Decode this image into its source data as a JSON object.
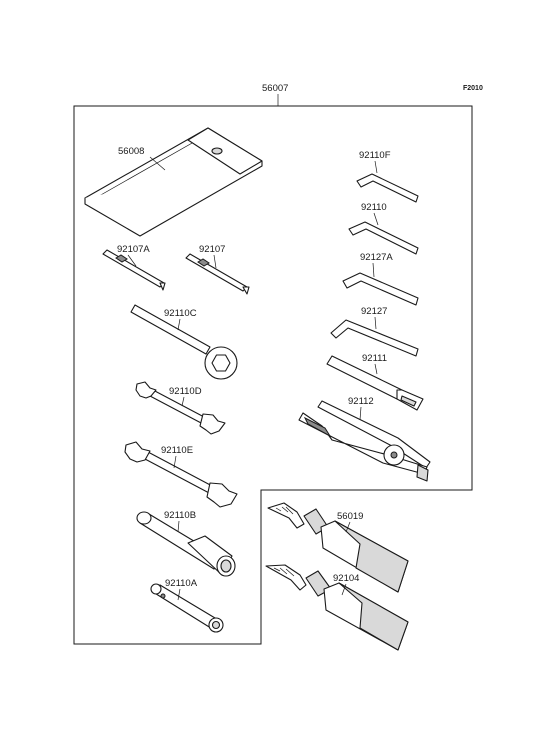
{
  "figure_code": "F2010",
  "parts": {
    "kit": "56007",
    "tool_bag": "56008",
    "screwdriver_a": "92107A",
    "screwdriver": "92107",
    "box_wrench_c": "92110C",
    "wrench_d": "92110D",
    "wrench_e": "92110E",
    "socket_b": "92110B",
    "socket_a": "92110A",
    "hex_key_f": "92110F",
    "hex_key": "92110",
    "hex_key_127a": "92127A",
    "hex_key_127": "92127",
    "handle": "92111",
    "pliers": "92112",
    "grease_56019": "56019",
    "grease_92104": "92104"
  }
}
